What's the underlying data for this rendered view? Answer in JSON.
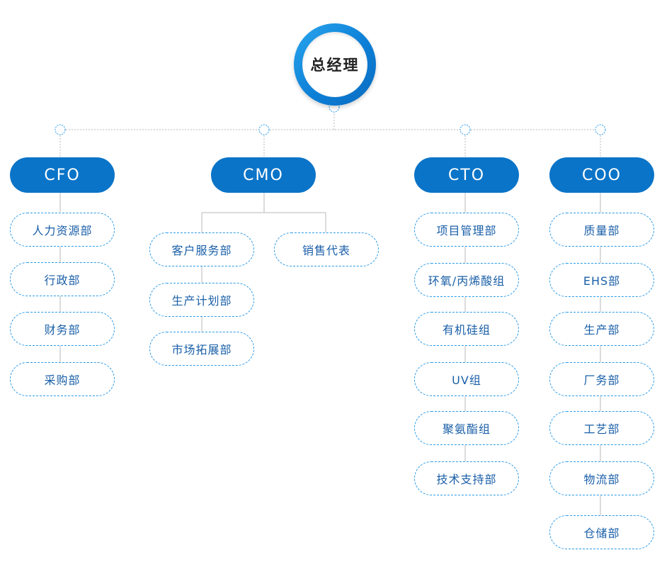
{
  "colors": {
    "primary": "#0a74c8",
    "dept_text": "#1a5fa8",
    "dept_border": "#2b9be8",
    "connector": "#bbbbbb"
  },
  "root": {
    "label": "总经理"
  },
  "executives": [
    {
      "label": "CFO",
      "departments": [
        "人力资源部",
        "行政部",
        "财务部",
        "采购部"
      ]
    },
    {
      "label": "CMO",
      "departments": [
        "客户服务部",
        "生产计划部",
        "市场拓展部",
        "销售代表"
      ]
    },
    {
      "label": "CTO",
      "departments": [
        "项目管理部",
        "环氧/丙烯酸组",
        "有机硅组",
        "UV组",
        "聚氨酯组",
        "技术支持部"
      ]
    },
    {
      "label": "COO",
      "departments": [
        "质量部",
        "EHS部",
        "生产部",
        "厂务部",
        "工艺部",
        "物流部",
        "仓储部"
      ]
    }
  ]
}
